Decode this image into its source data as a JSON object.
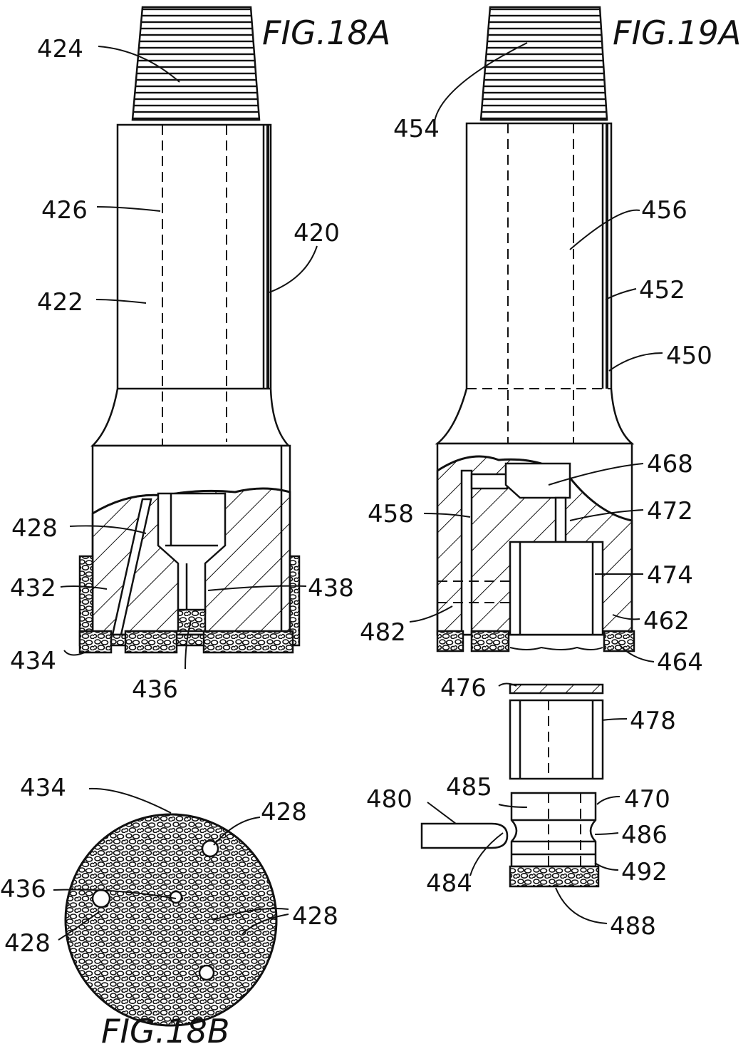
{
  "figures": {
    "fig18a": "FIG.18A",
    "fig19a": "FIG.19A",
    "fig18b": "FIG.18B"
  },
  "labels": {
    "l424": "424",
    "l426": "426",
    "l422": "422",
    "l420": "420",
    "l428a": "428",
    "l432": "432",
    "l434a": "434",
    "l436a": "436",
    "l438": "438",
    "l454": "454",
    "l456": "456",
    "l452": "452",
    "l450": "450",
    "l468": "468",
    "l472": "472",
    "l458": "458",
    "l474": "474",
    "l482": "482",
    "l462": "462",
    "l464": "464",
    "l476": "476",
    "l478": "478",
    "l480": "480",
    "l485": "485",
    "l470": "470",
    "l486": "486",
    "l484": "484",
    "l492": "492",
    "l488": "488",
    "l434b": "434",
    "l428b": "428",
    "l436b": "436",
    "l428c": "428",
    "l428d": "428"
  },
  "colors": {
    "ink": "#111111",
    "paper": "#ffffff"
  }
}
